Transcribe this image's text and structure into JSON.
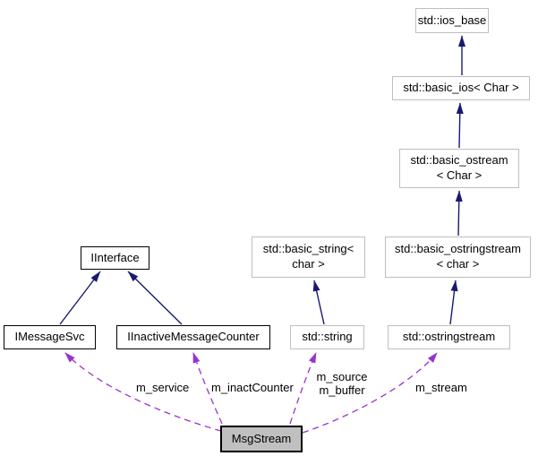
{
  "nodes": {
    "ios_base": {
      "label": "std::ios_base"
    },
    "basic_ios": {
      "label": "std::basic_ios< Char >"
    },
    "basic_ostream": {
      "label": "std::basic_ostream\n< Char >"
    },
    "basic_ostringstream": {
      "label": "std::basic_ostringstream\n< char >"
    },
    "basic_string": {
      "label": "std::basic_string<\nchar >"
    },
    "iinterface": {
      "label": "IInterface"
    },
    "imessagesvc": {
      "label": "IMessageSvc"
    },
    "iinactivemessagecounter": {
      "label": "IInactiveMessageCounter"
    },
    "std_string": {
      "label": "std::string"
    },
    "ostringstream": {
      "label": "std::ostringstream"
    },
    "msgstream": {
      "label": "MsgStream"
    }
  },
  "edge_labels": {
    "m_service": "m_service",
    "m_inactCounter": "m_inactCounter",
    "m_source_m_buffer": "m_source\nm_buffer",
    "m_stream": "m_stream"
  },
  "colors": {
    "inheritance_arrow": "#191970",
    "usage_arrow": "#9a32cd",
    "external_box_border": "#bebebe",
    "project_box_border": "#000000",
    "current_box_fill": "#c0c0c0"
  }
}
